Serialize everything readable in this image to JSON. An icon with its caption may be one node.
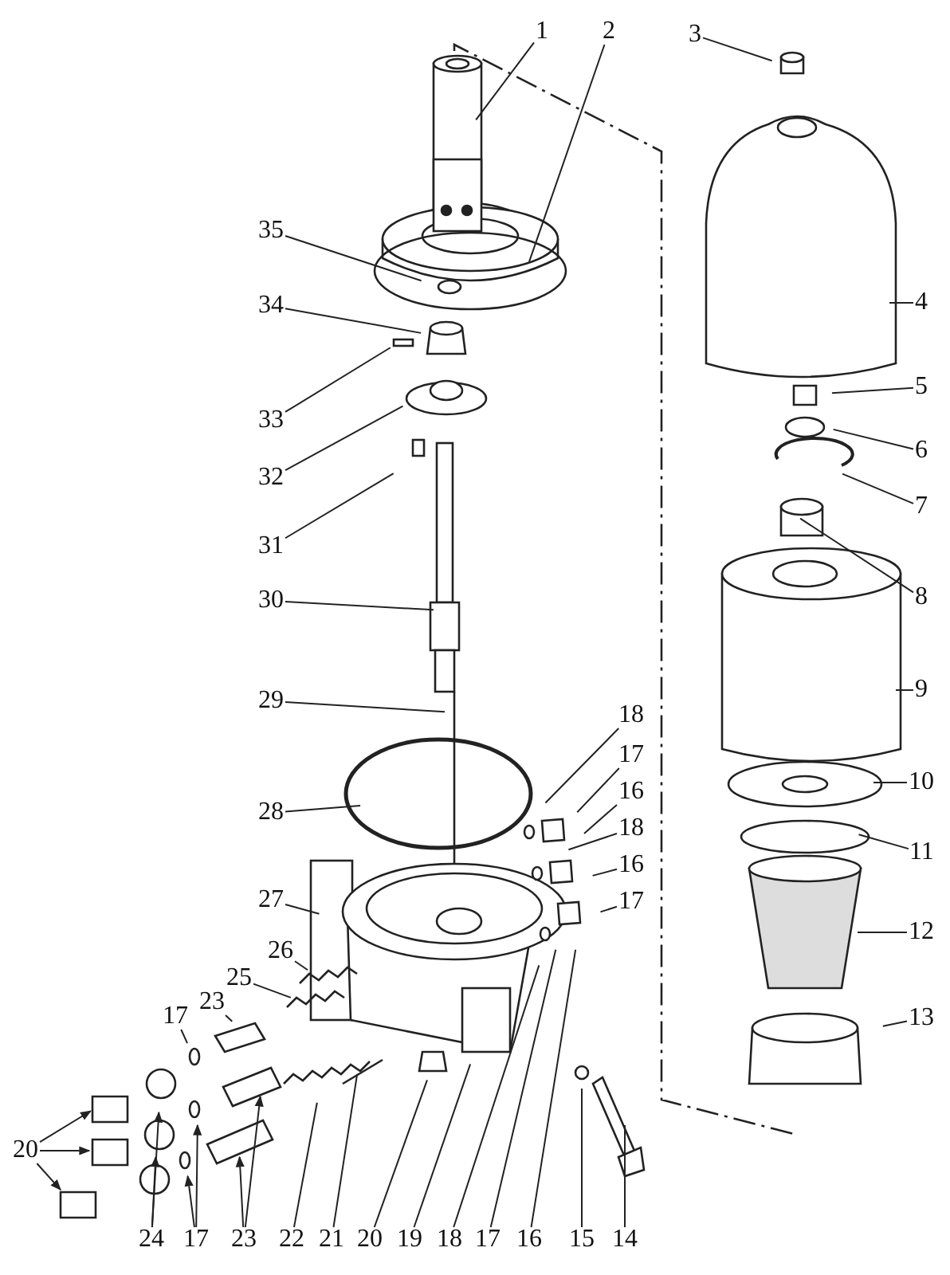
{
  "diagram": {
    "nodes": [
      {
        "text": [
          "1"
        ]
      },
      {
        "text": [
          "2"
        ]
      },
      {
        "text": [
          "3"
        ]
      },
      {
        "text": [
          "35"
        ]
      },
      {
        "text": [
          "4"
        ]
      },
      {
        "text": [
          "34"
        ]
      },
      {
        "text": [
          "33"
        ]
      },
      {
        "text": [
          "5"
        ]
      },
      {
        "text": [
          "6"
        ]
      },
      {
        "text": [
          "32"
        ]
      },
      {
        "text": [
          "7"
        ]
      },
      {
        "text": [
          "31"
        ]
      },
      {
        "text": [
          "8"
        ]
      },
      {
        "text": [
          "30"
        ]
      },
      {
        "text": [
          "9"
        ]
      },
      {
        "text": [
          "29"
        ]
      },
      {
        "text": [
          "18"
        ]
      },
      {
        "text": [
          "17"
        ]
      },
      {
        "text": [
          "10"
        ]
      },
      {
        "text": [
          "16"
        ]
      },
      {
        "text": [
          "28"
        ]
      },
      {
        "text": [
          "18"
        ]
      },
      {
        "text": [
          "11"
        ]
      },
      {
        "text": [
          "16"
        ]
      },
      {
        "text": [
          "27"
        ]
      },
      {
        "text": [
          "17"
        ]
      },
      {
        "text": [
          "12"
        ]
      },
      {
        "text": [
          "26"
        ]
      },
      {
        "text": [
          "25"
        ]
      },
      {
        "text": [
          "23"
        ]
      },
      {
        "text": [
          "13"
        ]
      },
      {
        "text": [
          "17"
        ]
      },
      {
        "text": [
          "20"
        ]
      },
      {
        "text": [
          "24"
        ]
      },
      {
        "text": [
          "17"
        ]
      },
      {
        "text": [
          "23"
        ]
      },
      {
        "text": [
          "22"
        ]
      },
      {
        "text": [
          "21"
        ]
      },
      {
        "text": [
          "20"
        ]
      },
      {
        "text": [
          "19"
        ]
      },
      {
        "text": [
          "18"
        ]
      },
      {
        "text": [
          "17"
        ]
      },
      {
        "text": [
          "16"
        ]
      },
      {
        "text": [
          "15"
        ]
      },
      {
        "text": [
          "14"
        ]
      }
    ],
    "edges": [
      {
        "from": 0,
        "to": null,
        "arrow": "none"
      },
      {
        "from": 1,
        "to": null,
        "arrow": "none"
      },
      {
        "from": 2,
        "to": null,
        "arrow": "none"
      },
      {
        "from": 3,
        "to": null,
        "arrow": "none"
      },
      {
        "from": 4,
        "to": null,
        "arrow": "none"
      },
      {
        "from": 5,
        "to": null,
        "arrow": "none"
      },
      {
        "from": 6,
        "to": null,
        "arrow": "none"
      },
      {
        "from": 7,
        "to": null,
        "arrow": "none"
      },
      {
        "from": 8,
        "to": null,
        "arrow": "none"
      },
      {
        "from": 9,
        "to": null,
        "arrow": "none"
      },
      {
        "from": 10,
        "to": null,
        "arrow": "none"
      },
      {
        "from": 11,
        "to": null,
        "arrow": "none"
      },
      {
        "from": 12,
        "to": null,
        "arrow": "none"
      },
      {
        "from": 13,
        "to": null,
        "arrow": "none"
      },
      {
        "from": 14,
        "to": null,
        "arrow": "none"
      },
      {
        "from": 15,
        "to": null,
        "arrow": "none"
      },
      {
        "from": 16,
        "to": null,
        "arrow": "none"
      },
      {
        "from": 17,
        "to": null,
        "arrow": "none"
      },
      {
        "from": 18,
        "to": null,
        "arrow": "none"
      },
      {
        "from": 19,
        "to": null,
        "arrow": "none"
      },
      {
        "from": 20,
        "to": null,
        "arrow": "none"
      },
      {
        "from": 21,
        "to": null,
        "arrow": "none"
      },
      {
        "from": 22,
        "to": null,
        "arrow": "none"
      },
      {
        "from": 23,
        "to": null,
        "arrow": "none"
      },
      {
        "from": 24,
        "to": null,
        "arrow": "none"
      },
      {
        "from": 25,
        "to": null,
        "arrow": "none"
      },
      {
        "from": 26,
        "to": null,
        "arrow": "none"
      },
      {
        "from": 27,
        "to": null,
        "arrow": "none"
      },
      {
        "from": 28,
        "to": null,
        "arrow": "none"
      },
      {
        "from": 29,
        "to": null,
        "arrow": "none"
      },
      {
        "from": 30,
        "to": null,
        "arrow": "none"
      },
      {
        "from": 31,
        "to": null,
        "arrow": "none"
      },
      {
        "from": 32,
        "to": null,
        "arrow": "to"
      },
      {
        "from": 32,
        "to": null,
        "arrow": "to"
      },
      {
        "from": 32,
        "to": null,
        "arrow": "to"
      },
      {
        "from": 33,
        "to": null,
        "arrow": "to"
      },
      {
        "from": 33,
        "to": null,
        "arrow": "to"
      },
      {
        "from": 34,
        "to": null,
        "arrow": "to"
      },
      {
        "from": 34,
        "to": null,
        "arrow": "to"
      },
      {
        "from": 35,
        "to": null,
        "arrow": "to"
      },
      {
        "from": 35,
        "to": null,
        "arrow": "to"
      },
      {
        "from": 36,
        "to": null,
        "arrow": "none"
      },
      {
        "from": 37,
        "to": null,
        "arrow": "none"
      },
      {
        "from": 38,
        "to": null,
        "arrow": "none"
      },
      {
        "from": 39,
        "to": null,
        "arrow": "none"
      },
      {
        "from": 40,
        "to": null,
        "arrow": "none"
      },
      {
        "from": 41,
        "to": null,
        "arrow": "none"
      },
      {
        "from": 42,
        "to": null,
        "arrow": "none"
      },
      {
        "from": 43,
        "to": null,
        "arrow": "none"
      },
      {
        "from": 44,
        "to": null,
        "arrow": "none"
      }
    ]
  }
}
